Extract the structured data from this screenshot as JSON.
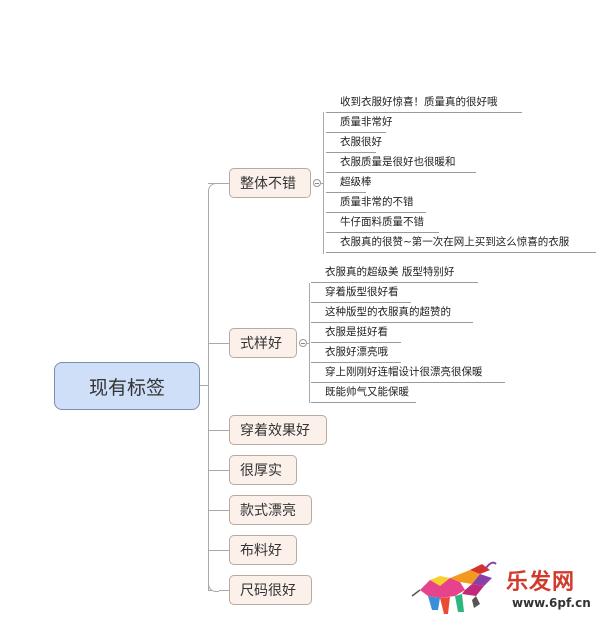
{
  "mindmap": {
    "root": "现有标签",
    "branches": [
      {
        "label": "整体不错",
        "children": [
          "收到衣服好惊喜！质量真的很好哦",
          "质量非常好",
          "衣服很好",
          "衣服质量是很好也很暖和",
          "超级棒",
          "质量非常的不错",
          "牛仔面料质量不错",
          "衣服真的很赞~第一次在网上买到这么惊喜的衣服"
        ]
      },
      {
        "label": "式样好",
        "children": [
          "衣服真的超级美  版型特别好",
          "穿着版型很好看",
          "这种版型的衣服真的超赞的",
          "衣服是挺好看",
          "衣服好漂亮哦",
          "穿上刚刚好连帽设计很漂亮很保暖",
          "既能帅气又能保暖"
        ]
      },
      {
        "label": "穿着效果好",
        "children": []
      },
      {
        "label": "很厚实",
        "children": []
      },
      {
        "label": "款式漂亮",
        "children": []
      },
      {
        "label": "布料好",
        "children": []
      },
      {
        "label": "尺码很好",
        "children": []
      }
    ]
  },
  "watermark": {
    "brand": "乐发网",
    "url": "www.6pf.cn"
  },
  "colors": {
    "root_fill": "#cfdff8",
    "branch_fill": "#fbf1ea",
    "connector": "#a9a9a9",
    "brand_red": "#d23a2c"
  }
}
